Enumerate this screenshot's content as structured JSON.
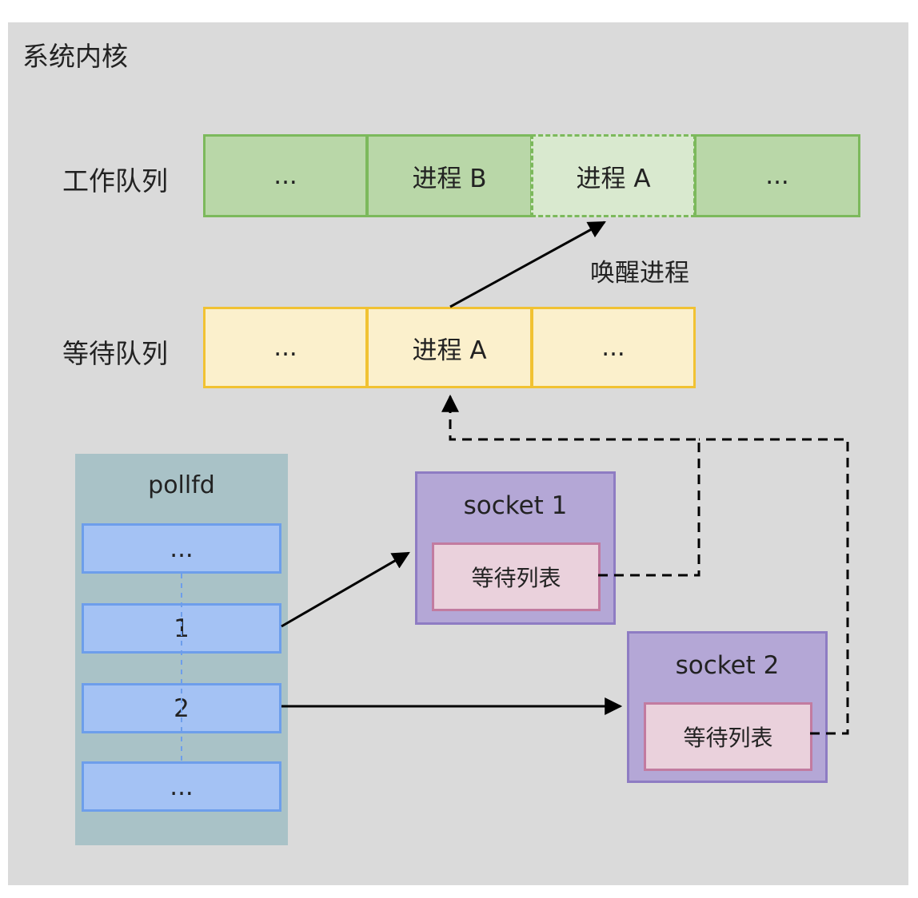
{
  "kernel": {
    "title": "系统内核"
  },
  "work_queue": {
    "label": "工作队列",
    "cells": [
      "...",
      "进程 B",
      "进程 A",
      "..."
    ]
  },
  "wait_queue": {
    "label": "等待队列",
    "cells": [
      "...",
      "进程 A",
      "..."
    ]
  },
  "wake_label": "唤醒进程",
  "pollfd": {
    "title": "pollfd",
    "items": [
      "...",
      "1",
      "2",
      "..."
    ]
  },
  "socket1": {
    "title": "socket 1",
    "wait_list": "等待列表"
  },
  "socket2": {
    "title": "socket 2",
    "wait_list": "等待列表"
  },
  "colors": {
    "kernel_bg": "#dadada",
    "work_fill": "#b9d7a8",
    "work_border": "#7cb95c",
    "wait_fill": "#fbf0cc",
    "wait_border": "#f1c232",
    "pollfd_bg": "#a9c2c7",
    "pollfd_item": "#a4c2f4",
    "socket_fill": "#b4a7d6",
    "waitlist_fill": "#ead1dc"
  }
}
